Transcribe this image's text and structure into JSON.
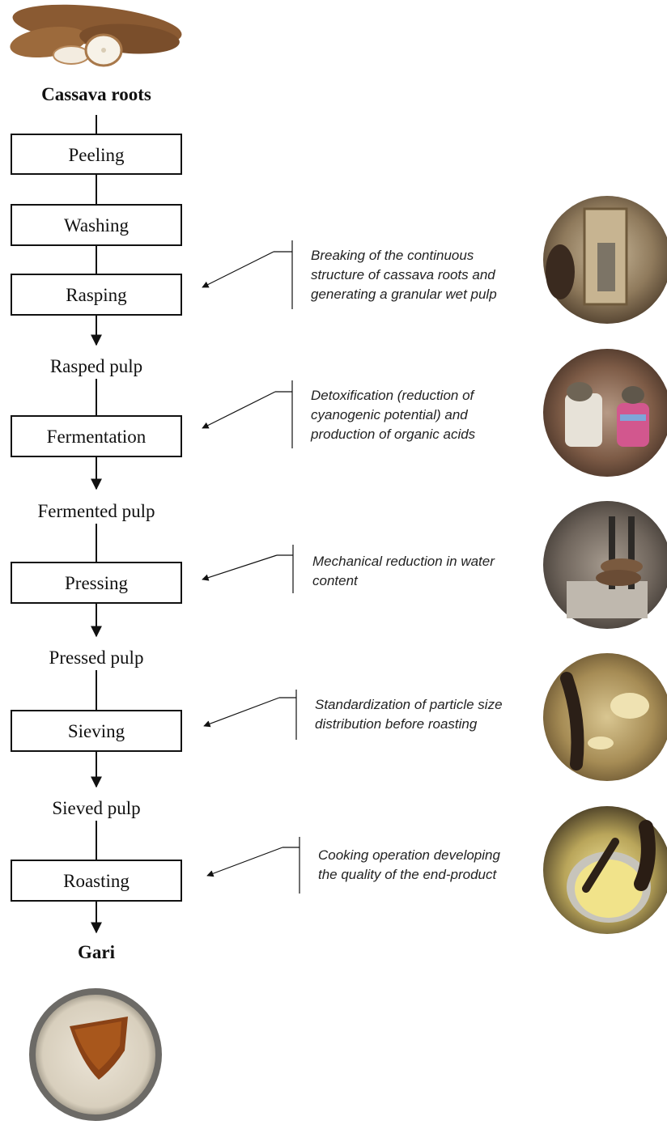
{
  "input": "Cassava roots",
  "output": "Gari",
  "steps": [
    "Peeling",
    "Washing",
    "Rasping",
    "Fermentation",
    "Pressing",
    "Sieving",
    "Roasting"
  ],
  "intermediates": [
    "Rasped pulp",
    "Fermented pulp",
    "Pressed pulp",
    "Sieved pulp"
  ],
  "notes": {
    "rasping": [
      "Breaking of the continuous",
      "structure of cassava roots and",
      "generating a granular wet pulp"
    ],
    "fermentation": [
      "Detoxification (reduction of",
      "cyanogenic potential) and",
      "production of organic acids"
    ],
    "pressing": [
      "Mechanical reduction in water",
      "content"
    ],
    "sieving": [
      "Standardization of particle size",
      "distribution before roasting"
    ],
    "roasting": [
      "Cooking operation developing",
      "the quality of the end-product"
    ]
  },
  "images": {
    "cassava": "cassava-roots-photo",
    "rasping": "rasping-machine-photo",
    "fermentation": "fermentation-sacks-photo",
    "pressing": "screw-press-photo",
    "sieving": "sieving-tray-photo",
    "roasting": "roasting-pan-photo",
    "gari": "gari-bowl-photo"
  }
}
